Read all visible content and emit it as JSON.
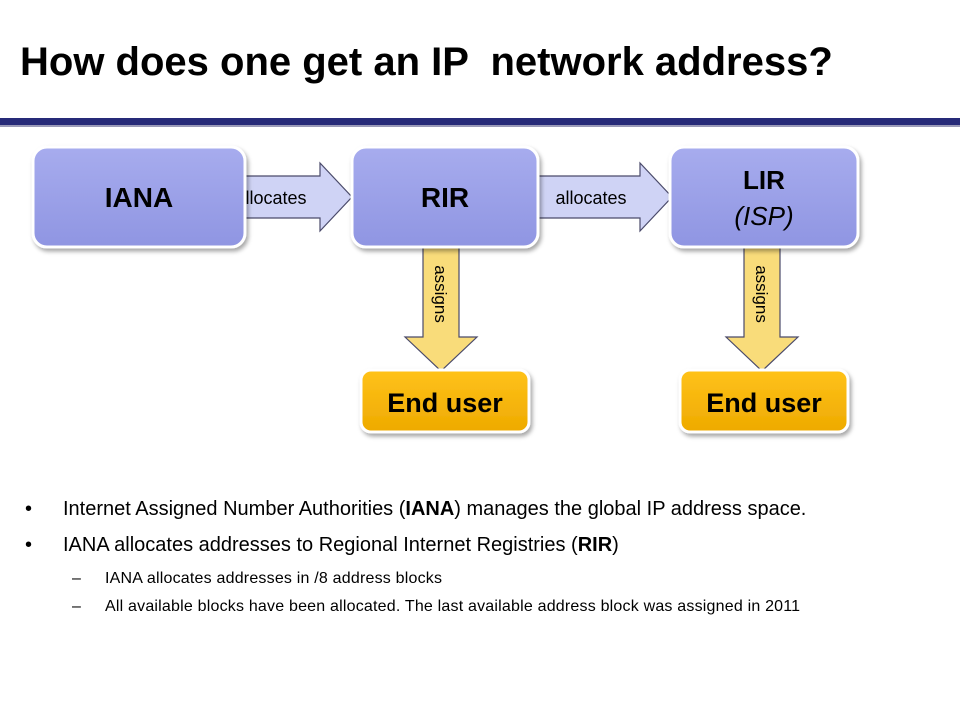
{
  "title": "How does one get an IP  network address?",
  "nodes": {
    "iana": "IANA",
    "rir": "RIR",
    "lir_line1": "LIR",
    "lir_line2": "(ISP)",
    "end_user_1": "End user",
    "end_user_2": "End user"
  },
  "arrows": {
    "allocates_1": "allocates",
    "allocates_2": "allocates",
    "assigns_1": "assigns",
    "assigns_2": "assigns"
  },
  "colors": {
    "node_fill": "#9aa0e8",
    "end_user_fill": "#f5b800",
    "allocates_arrow_fill": "#cfd3f5",
    "assigns_arrow_fill": "#f9dc7a",
    "title_rule": "#262a78"
  },
  "bullets": [
    {
      "marker": "•",
      "parts": [
        "Internet Assigned Number Authorities (",
        "IANA",
        ") manages the global IP address space."
      ]
    },
    {
      "marker": "•",
      "parts": [
        "IANA allocates addresses to Regional Internet Registries (",
        "RIR",
        ")"
      ]
    }
  ],
  "sub_bullets": [
    {
      "marker": "–",
      "text": "IANA allocates addresses in /8 address blocks"
    },
    {
      "marker": "–",
      "text": "All available blocks have been allocated. The last available address block was assigned in 2011"
    }
  ]
}
